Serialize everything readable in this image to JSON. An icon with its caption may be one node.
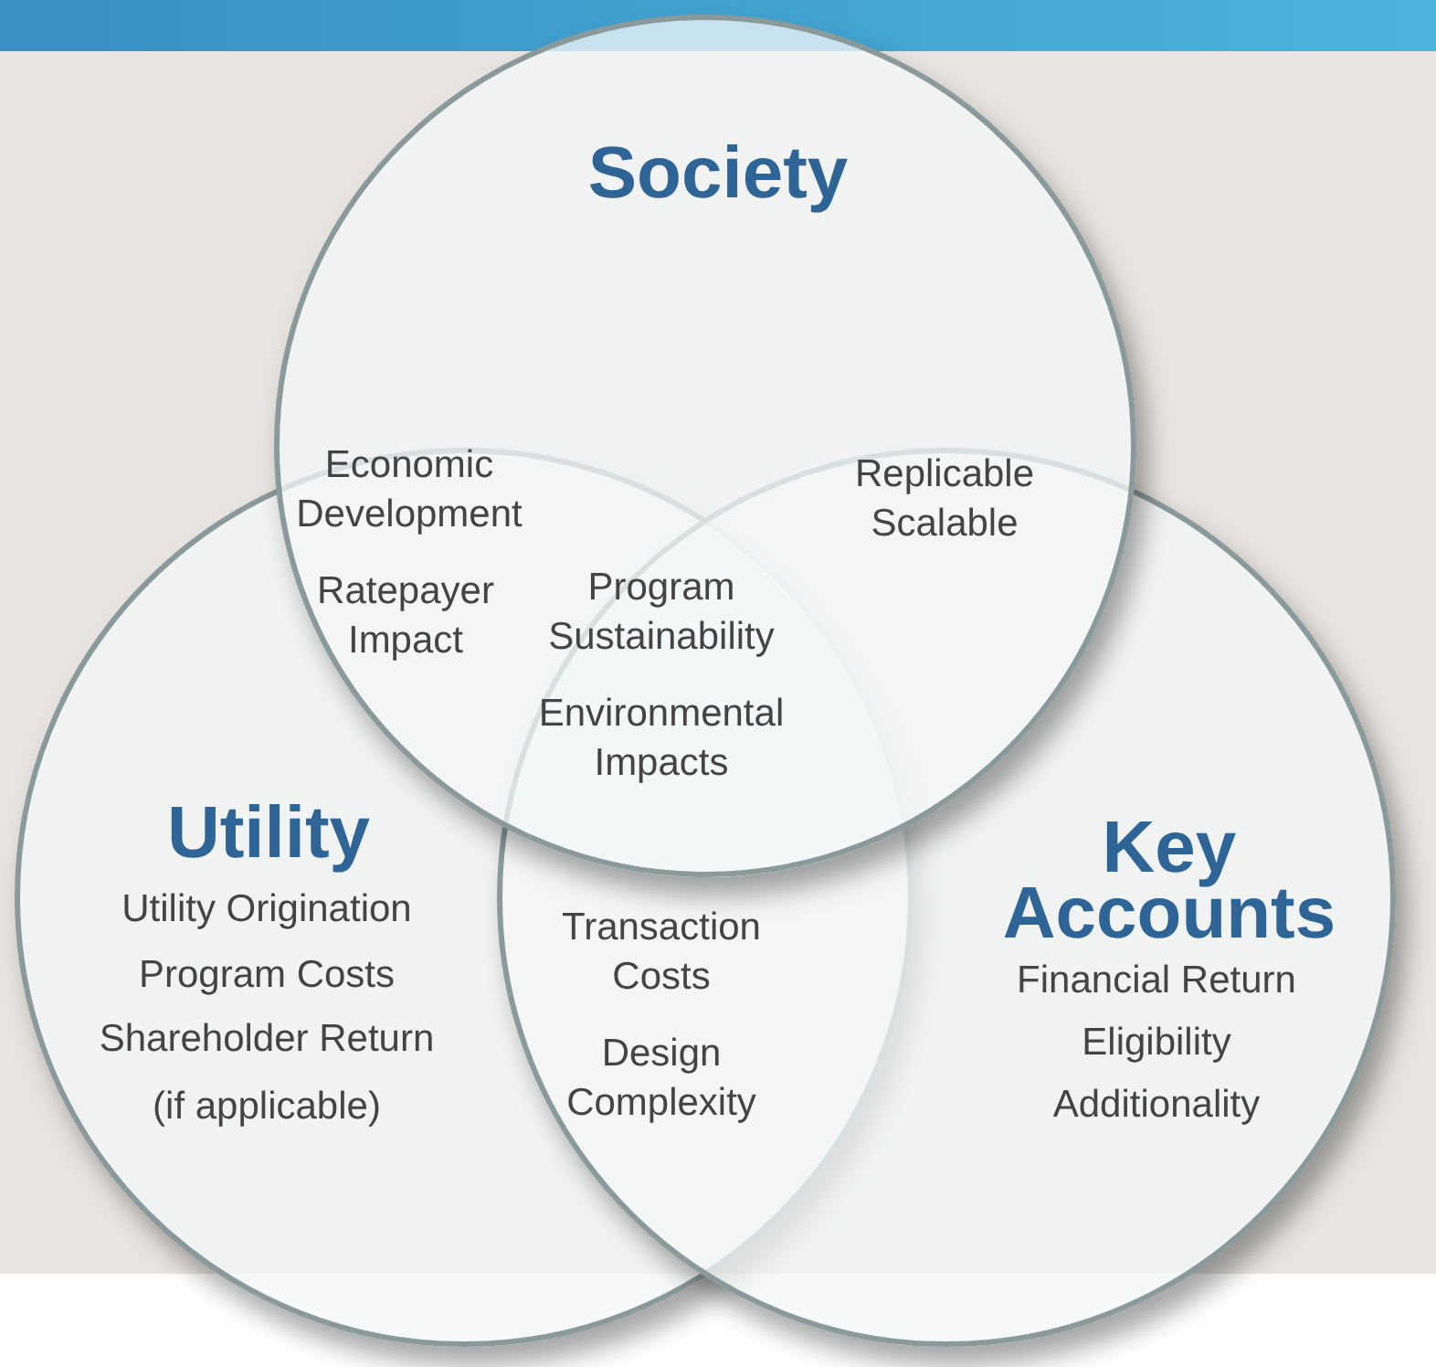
{
  "diagram": {
    "nodes": [
      {
        "text": [
          "Society"
        ]
      },
      {
        "text": [
          "Utility",
          "Utility Origination",
          "Program Costs",
          "Shareholder Return",
          "(if applicable)"
        ]
      },
      {
        "text": [
          "Key Accounts",
          "Financial Return",
          "Eligibility",
          "Additionality"
        ]
      }
    ],
    "labels": [
      "Economic Development",
      "Ratepayer Impact",
      "Replicable Scalable",
      "Program Sustainability",
      "Environmental Impacts",
      "Transaction Costs",
      "Design Complexity"
    ]
  }
}
